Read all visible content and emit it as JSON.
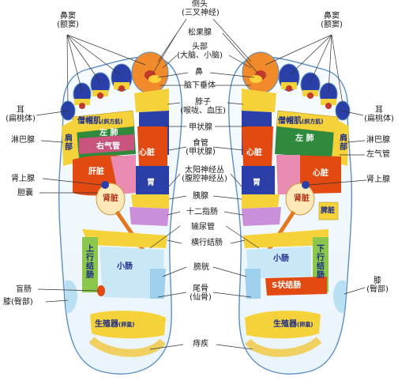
{
  "center_labels": {
    "head_side": "侧头",
    "head_side_sub": "(三叉神经)",
    "pineal": "松果腺",
    "head": "头部",
    "head_sub": "(大脑、小脑)",
    "nose": "鼻",
    "pituitary": "脑下垂体",
    "neck": "脖子",
    "neck_sub": "(喉咙、血压)",
    "thyroid": "甲状腺",
    "esophagus": "食管",
    "esophagus_sub": "(甲状腺)",
    "solar_plexus": "太阳神经丛",
    "solar_plexus_sub": "(腹腔神经丛)",
    "pancreas": "胰腺",
    "duodenum": "十二指肠",
    "ureter": "输尿管",
    "transverse_colon": "横行结肠",
    "bladder": "膀胱",
    "coccyx": "尾骨",
    "coccyx_sub": "(仙骨)",
    "hemorrhoids": "痔疾"
  },
  "left_labels": {
    "sinus": "鼻窦",
    "sinus_sub": "(额窦)",
    "ear": "耳",
    "tonsil": "(扁桃体)",
    "lymph": "淋巴腺",
    "adrenal": "肾上腺",
    "gallbladder": "胆囊",
    "appendix": "盲肠",
    "knee": "膝(臀部)"
  },
  "right_labels": {
    "sinus": "鼻窦",
    "sinus_sub": "(额窦)",
    "ear": "耳",
    "tonsil": "(扁桃体)",
    "lymph": "淋巴腺",
    "left_bronchus": "左气管",
    "adrenal": "肾上腺",
    "knee": "膝",
    "knee_sub": "(臀部)"
  },
  "left_foot_zones": {
    "trapezius": "僧帽肌",
    "trapezius_sub": "(斜方肌)",
    "lung_left": "左",
    "lung_right": "肺",
    "bronchus_right": "右气管",
    "shoulder": "肩部",
    "heart": "心脏",
    "liver": "肝脏",
    "stomach": "胃",
    "kidney": "肾脏",
    "ascending_colon": "上行结肠",
    "small_intestine": "小肠",
    "genitals": "生殖器",
    "genitals_sub": "(卵巢)"
  },
  "right_foot_zones": {
    "trapezius": "僧帽肌",
    "trapezius_sub": "(斜方肌)",
    "lung_left": "左",
    "lung_right": "肺",
    "shoulder": "肩部",
    "heart": "心脏",
    "stomach": "胃",
    "kidney": "肾脏",
    "spleen": "脾脏",
    "descending_colon": "下行结肠",
    "small_intestine": "小肠",
    "sigmoid_colon": "S状结肠",
    "genitals": "生殖器",
    "genitals_sub": "(卵巢)"
  }
}
